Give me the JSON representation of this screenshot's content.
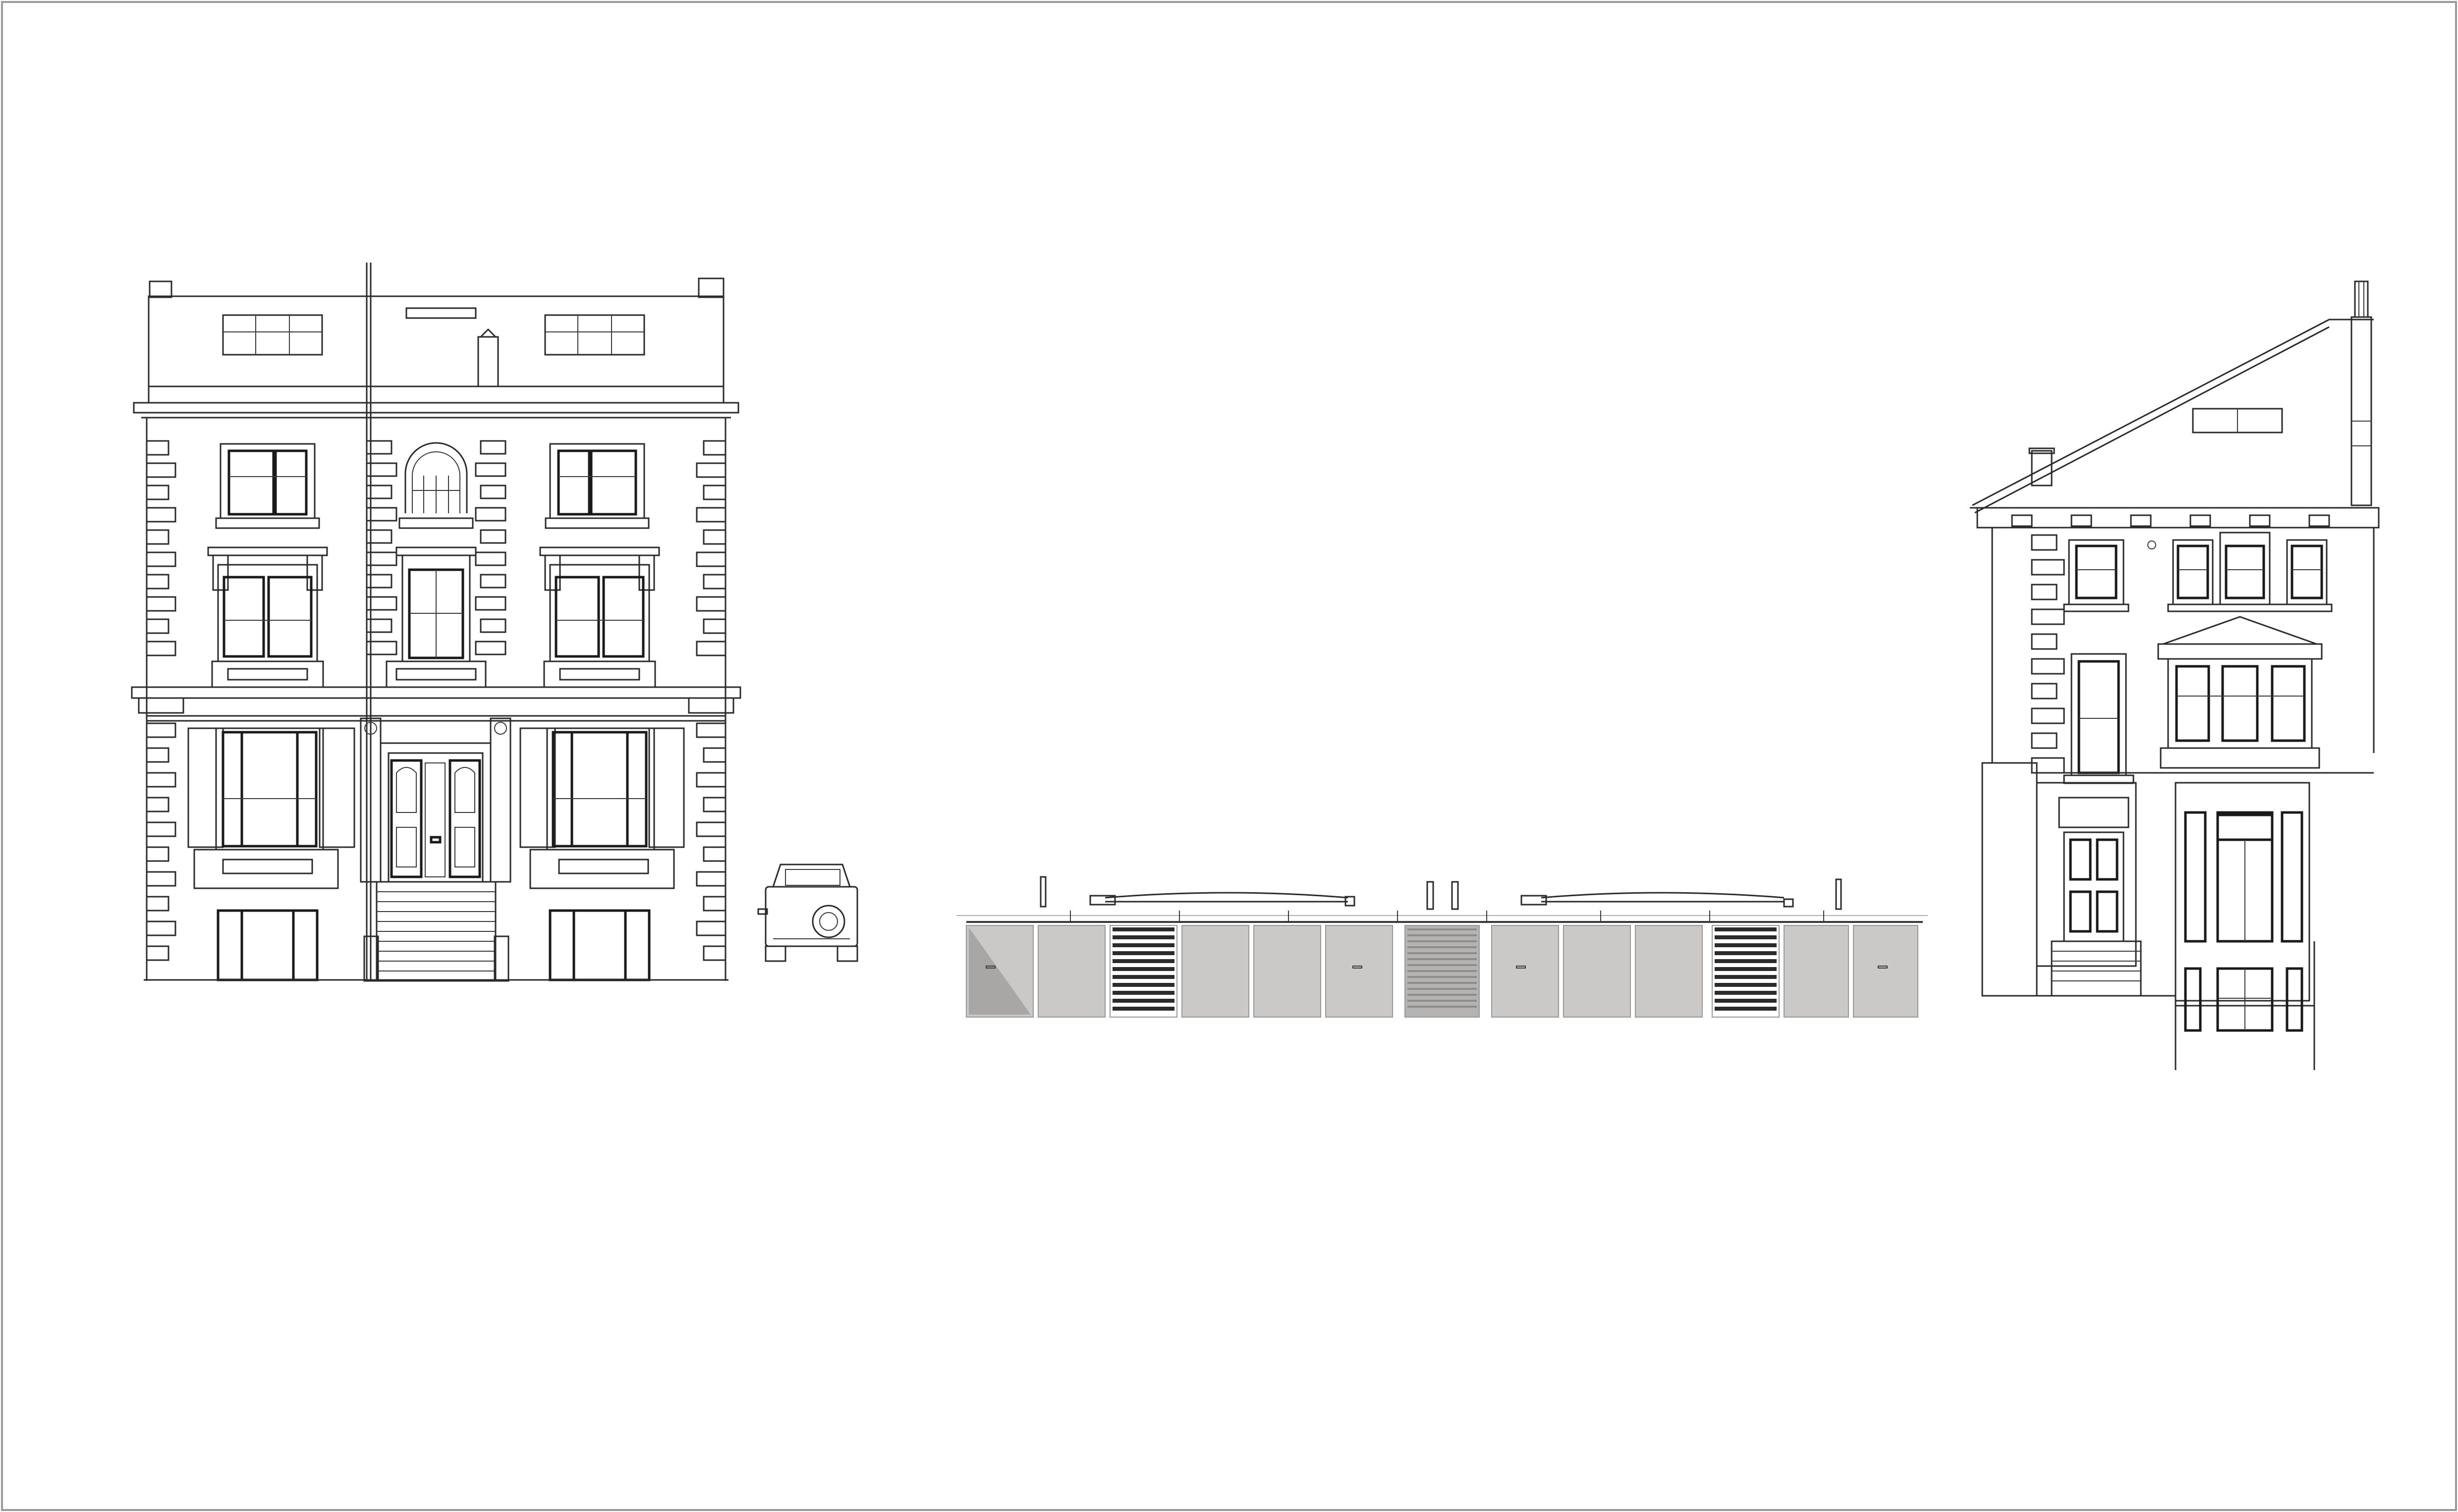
{
  "drawing": {
    "views": [
      "front-elevation-villa",
      "mews-garage-elevation",
      "side-elevation-villa"
    ],
    "colors": {
      "linework": "#2a2a2a",
      "bay_fill": "#cbc8c5",
      "louvre": "#2b2b2b",
      "frame": "#9a9a9a"
    }
  }
}
